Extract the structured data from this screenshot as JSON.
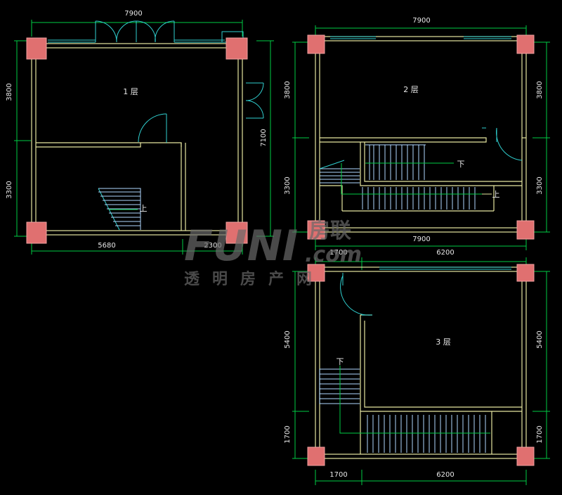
{
  "plans": [
    {
      "floor_label": "1 层",
      "dims": {
        "top": "7900",
        "left_upper": "3800",
        "left_lower": "3300",
        "right": "7100",
        "bottom_left": "5680",
        "bottom_right": "2300"
      },
      "stair_label": "上"
    },
    {
      "floor_label": "2 层",
      "dims": {
        "top": "7900",
        "left_upper": "3800",
        "left_lower": "3300",
        "right_upper": "3800",
        "right_lower": "3300",
        "bottom": "7900"
      },
      "stair_labels": [
        "下",
        "上"
      ]
    },
    {
      "floor_label": "3 层",
      "dims": {
        "top_left": "1700",
        "top_right": "6200",
        "left_upper": "5400",
        "left_lower": "1700",
        "right_upper": "5400",
        "right_lower": "1700",
        "bottom_left": "1700",
        "bottom_right": "6200"
      },
      "stair_label": "下"
    }
  ],
  "watermark": {
    "brand": "FUNI",
    "com": ".com",
    "cn_top": "房联",
    "cn_bottom": "透明房产网"
  },
  "colors": {
    "background": "#000000",
    "wall": "#e6e6a0",
    "column": "#e07070",
    "dimension": "#00cc44",
    "door": "#30d0d0",
    "stair": "#b0d8ff",
    "text": "#e8e8e8"
  }
}
